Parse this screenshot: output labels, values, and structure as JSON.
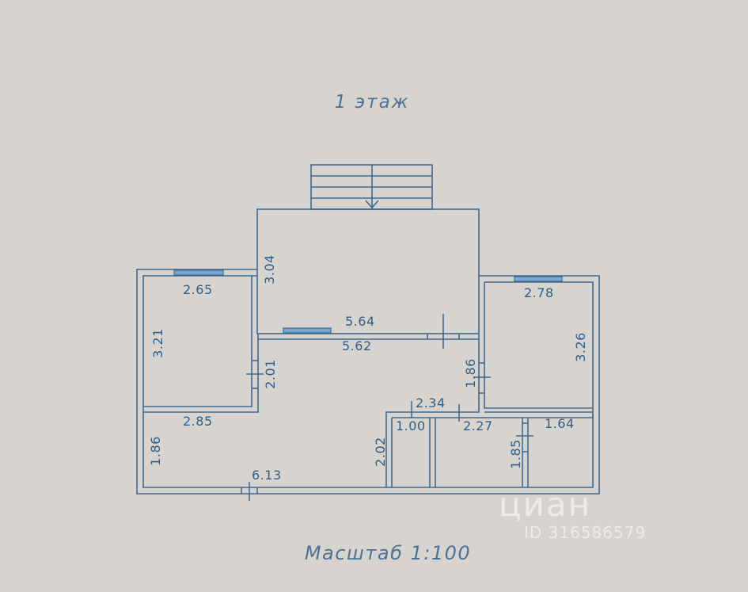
{
  "title": "1  этаж",
  "scale": "Масштаб 1:100",
  "colors": {
    "background": "#d7d3cf",
    "line": "#3f6a90",
    "text": "#2f5e88",
    "window": "#5b8ab8"
  },
  "dimensions": {
    "d304": "3.04",
    "d564": "5.64",
    "d562": "5.62",
    "d265": "2.65",
    "d321": "3.21",
    "d201": "2.01",
    "d285": "2.85",
    "d186a": "1.86",
    "d613": "6.13",
    "d278": "2.78",
    "d326": "3.26",
    "d186b": "1.86",
    "d234": "2.34",
    "d100": "1.00",
    "d227": "2.27",
    "d164": "1.64",
    "d202": "2.02",
    "d185": "1.85"
  },
  "watermark": {
    "logo": "циан",
    "id": "ID 316586579"
  }
}
